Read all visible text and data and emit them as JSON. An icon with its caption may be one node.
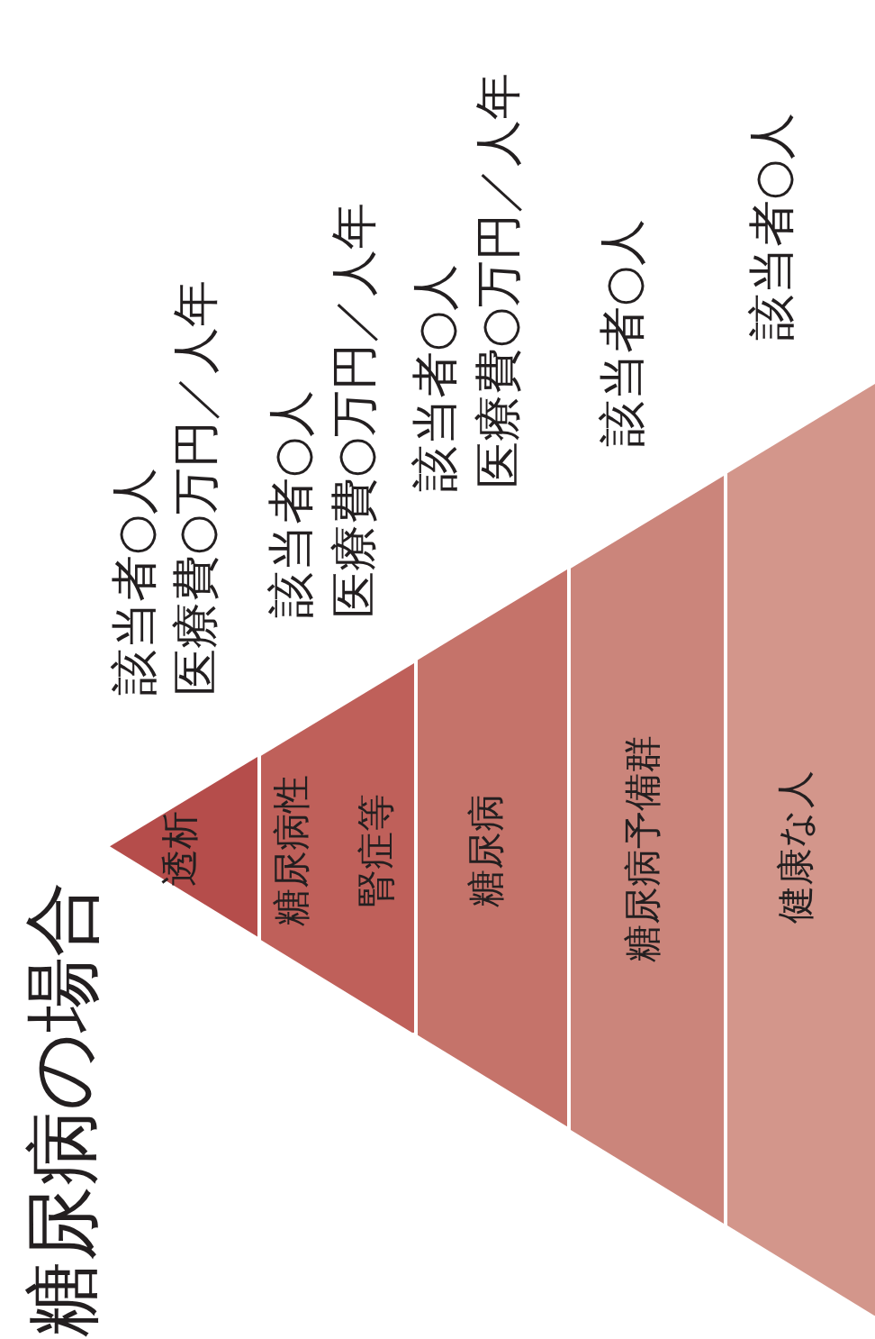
{
  "diagram": {
    "title": "糖尿病の場合",
    "nodes": [
      {
        "text": [
          "透析"
        ],
        "beside": [
          "該当者○人",
          "医療費○万円／人年"
        ]
      },
      {
        "text": [
          "糖尿病性腎症等"
        ],
        "beside": [
          "該当者○人",
          "医療費○万円／人年"
        ]
      },
      {
        "text": [
          "糖尿病"
        ],
        "beside": [
          "該当者○人",
          "医療費○万円／人年"
        ]
      },
      {
        "text": [
          "糖尿病予備群"
        ],
        "beside": [
          "該当者○人"
        ]
      },
      {
        "text": [
          "健康な人"
        ],
        "beside": [
          "該当者○人"
        ]
      }
    ]
  }
}
